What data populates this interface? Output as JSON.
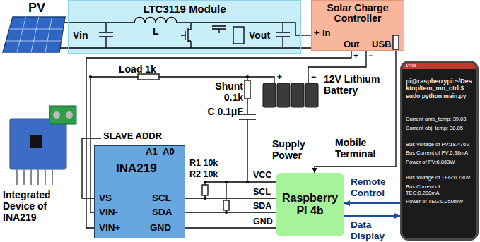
{
  "diagram": {
    "nodes": [
      {
        "text": [
          "LTC3119 Module"
        ]
      },
      {
        "text": [
          "Solar Charge Controller"
        ]
      },
      {
        "text": [
          "INA219"
        ]
      },
      {
        "text": [
          "Raspberry PI 4b"
        ]
      },
      {
        "text": [
          "17:06",
          "pi@raspberrypi:~/Des ktop/tem_mo_ctrl $",
          "sudo python main.py",
          "Current amb_temp: 39.03",
          "Current obj_temp: 38.85",
          "Bus Voltage of PV:18.476V",
          "Bus Current of PV:0.38mA",
          "Power of PV:6.863W",
          "Bus Voltage of TEG:0.780V",
          "Bus Current of TEG:0.200mA",
          "Power of TEG:0.250mW"
        ]
      }
    ],
    "edges": [
      {
        "from": 0,
        "to": 1,
        "arrow": "none"
      },
      {
        "from": 1,
        "to": 3,
        "arrow": "to",
        "label": "Supply Power"
      },
      {
        "from": 2,
        "to": 3,
        "arrow": "none"
      },
      {
        "from": 4,
        "to": 3,
        "arrow": "to",
        "label": "Remote Control"
      },
      {
        "from": 3,
        "to": 4,
        "arrow": "to",
        "label": "Data Display"
      }
    ],
    "labels": [
      "PV",
      "Vin",
      "L",
      "Vout",
      "+",
      "In",
      "Out",
      "USB",
      "+",
      "−",
      "Load 1k",
      "Shunt 0.1k",
      "C 0.1μF",
      "+",
      "−",
      "12V Lithium Battery",
      "SLAVE ADDR",
      "A1",
      "A0",
      "VS",
      "VIN-",
      "VIN+",
      "SCL",
      "SDA",
      "GND",
      "R1 10k",
      "R2 10k",
      "VCC",
      "SCL",
      "SDA",
      "GND",
      "Mobile Terminal",
      "Integrated Device of INA219"
    ]
  }
}
